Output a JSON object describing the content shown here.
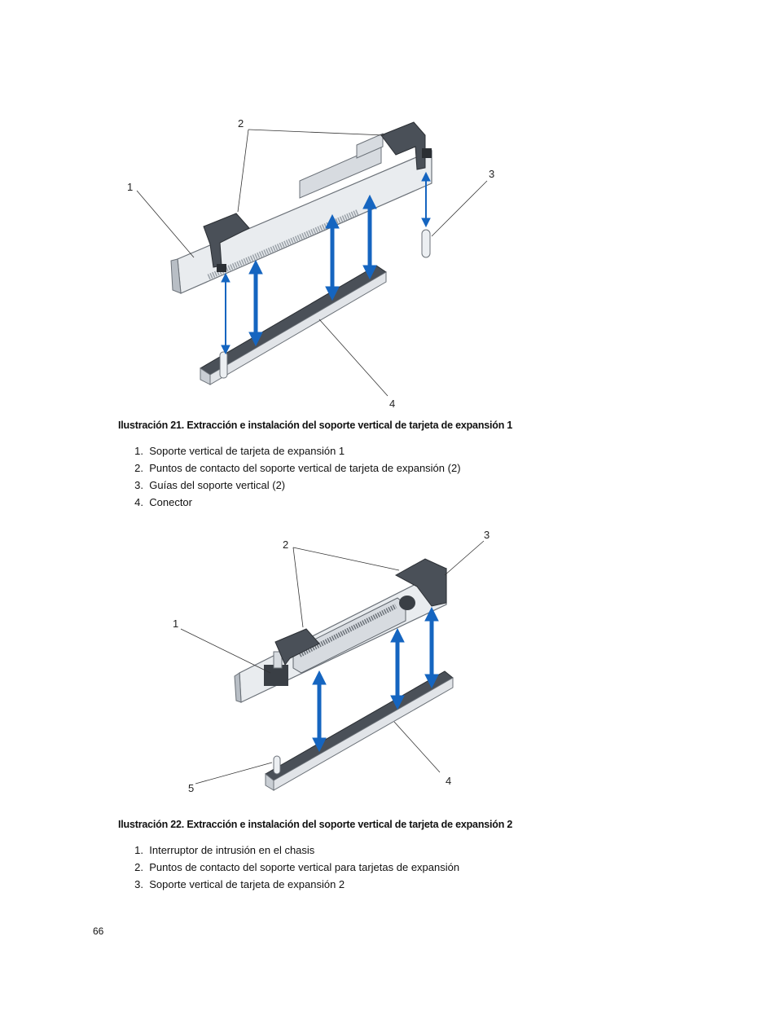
{
  "figure1": {
    "callouts": [
      "1",
      "2",
      "3",
      "4"
    ],
    "caption": "Ilustración 21. Extracción e instalación del soporte vertical de tarjeta de expansión 1",
    "legend": [
      {
        "num": "1.",
        "text": "Soporte vertical de tarjeta de expansión 1"
      },
      {
        "num": "2.",
        "text": "Puntos de contacto del soporte vertical de tarjeta de expansión (2)"
      },
      {
        "num": "3.",
        "text": "Guías del soporte vertical (2)"
      },
      {
        "num": "4.",
        "text": "Conector"
      }
    ]
  },
  "figure2": {
    "callouts": [
      "1",
      "2",
      "3",
      "4",
      "5"
    ],
    "caption": "Ilustración 22. Extracción e instalación del soporte vertical de tarjeta de expansión 2",
    "legend": [
      {
        "num": "1.",
        "text": "Interruptor de intrusión en el chasis"
      },
      {
        "num": "2.",
        "text": "Puntos de contacto del soporte vertical para tarjetas de expansión"
      },
      {
        "num": "3.",
        "text": "Soporte vertical de tarjeta de expansión 2"
      }
    ]
  },
  "page_number": "66",
  "colors": {
    "arrow": "#1565c0",
    "board_light": "#eceff2",
    "board_mid": "#c9ced4",
    "board_dark": "#3a3f45",
    "latch": "#4a5058"
  }
}
